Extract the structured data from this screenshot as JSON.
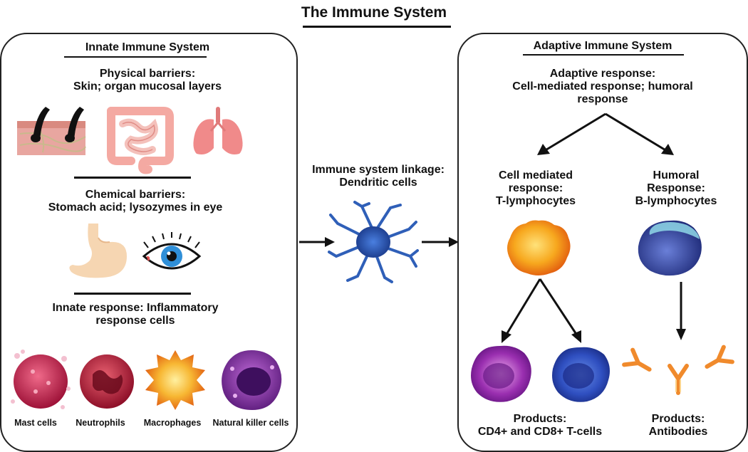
{
  "title": "The Immune System",
  "innate": {
    "heading": "Innate Immune System",
    "physical_1": "Physical barriers:",
    "physical_2": "Skin; organ mucosal layers",
    "chemical_1": "Chemical barriers:",
    "chemical_2": "Stomach acid; lysozymes in eye",
    "response_1": "Innate response: Inflammatory",
    "response_2": "response cells",
    "cells": [
      "Mast cells",
      "Neutrophils",
      "Macrophages",
      "Natural killer cells"
    ]
  },
  "linkage": {
    "line_1": "Immune system linkage:",
    "line_2": "Dendritic cells"
  },
  "adaptive": {
    "heading": "Adaptive Immune System",
    "response_1": "Adaptive response:",
    "response_2": "Cell-mediated response; humoral",
    "response_3": "response",
    "cell_mediated_1": "Cell mediated",
    "cell_mediated_2": "response:",
    "cell_mediated_3": "T-lymphocytes",
    "humoral_1": "Humoral",
    "humoral_2": "Response:",
    "humoral_3": "B-lymphocytes",
    "products_t_1": "Products:",
    "products_t_2": "CD4+ and CD8+ T-cells",
    "products_b_1": "Products:",
    "products_b_2": "Antibodies"
  },
  "colors": {
    "skin": "#e8a6a0",
    "intestine": "#f4b9b4",
    "lung": "#f08a8a",
    "stomach": "#f6d6b2",
    "eye_iris": "#2f8fd8",
    "mast_cell": "#c8204a",
    "neutrophil": "#b3203a",
    "macrophage": "#f5a623",
    "nk_cell": "#7a2fa0",
    "dendritic": "#2f5fb8",
    "t_cell": "#f39a1c",
    "b_cell": "#3a4fa8",
    "cd4": "#9a2fb0",
    "cd8": "#2f4fc0",
    "antibody": "#f08a2c"
  }
}
